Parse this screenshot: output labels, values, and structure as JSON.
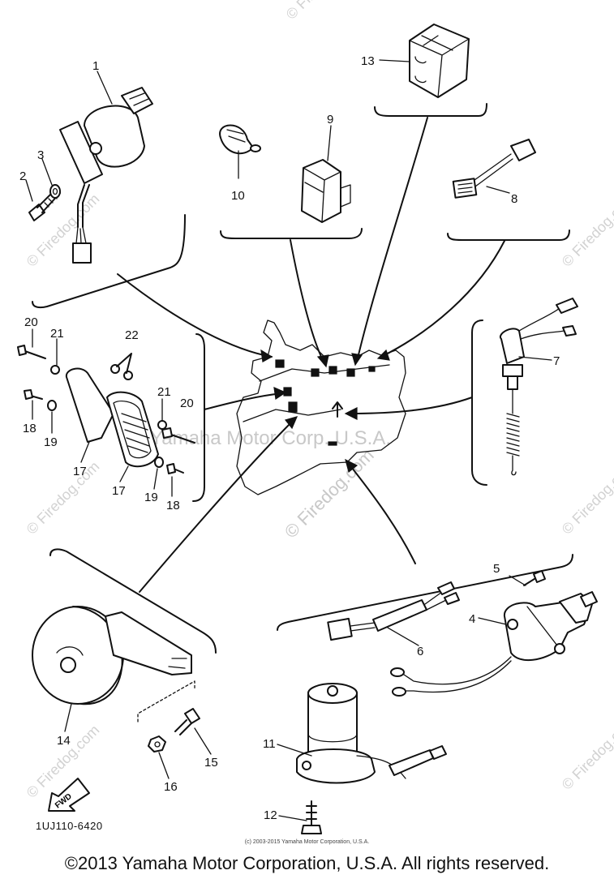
{
  "diagram": {
    "part_labels": {
      "p1": "1",
      "p2": "2",
      "p3": "3",
      "p4": "4",
      "p5": "5",
      "p6": "6",
      "p7": "7",
      "p8": "8",
      "p9": "9",
      "p10": "10",
      "p11": "11",
      "p12": "12",
      "p13": "13",
      "p14": "14",
      "p15": "15",
      "p16": "16",
      "p17a": "17",
      "p17b": "17",
      "p18a": "18",
      "p18b": "18",
      "p19a": "19",
      "p19b": "19",
      "p20a": "20",
      "p20b": "20",
      "p21a": "21",
      "p21b": "21",
      "p22": "22"
    },
    "fwd_label": "FWD",
    "drawing_code": "1UJ110-6420",
    "watermarks": {
      "center": "© Firedog.com",
      "frame_text": "Yamaha Motor Corp. U.S.A.",
      "edge": "© Firedog.com"
    }
  },
  "footer": {
    "small_copyright": "(c) 2003-2015 Yamaha Motor Corporation, U.S.A.",
    "copyright": "©2013 Yamaha Motor Corporation, U.S.A. All rights reserved."
  }
}
